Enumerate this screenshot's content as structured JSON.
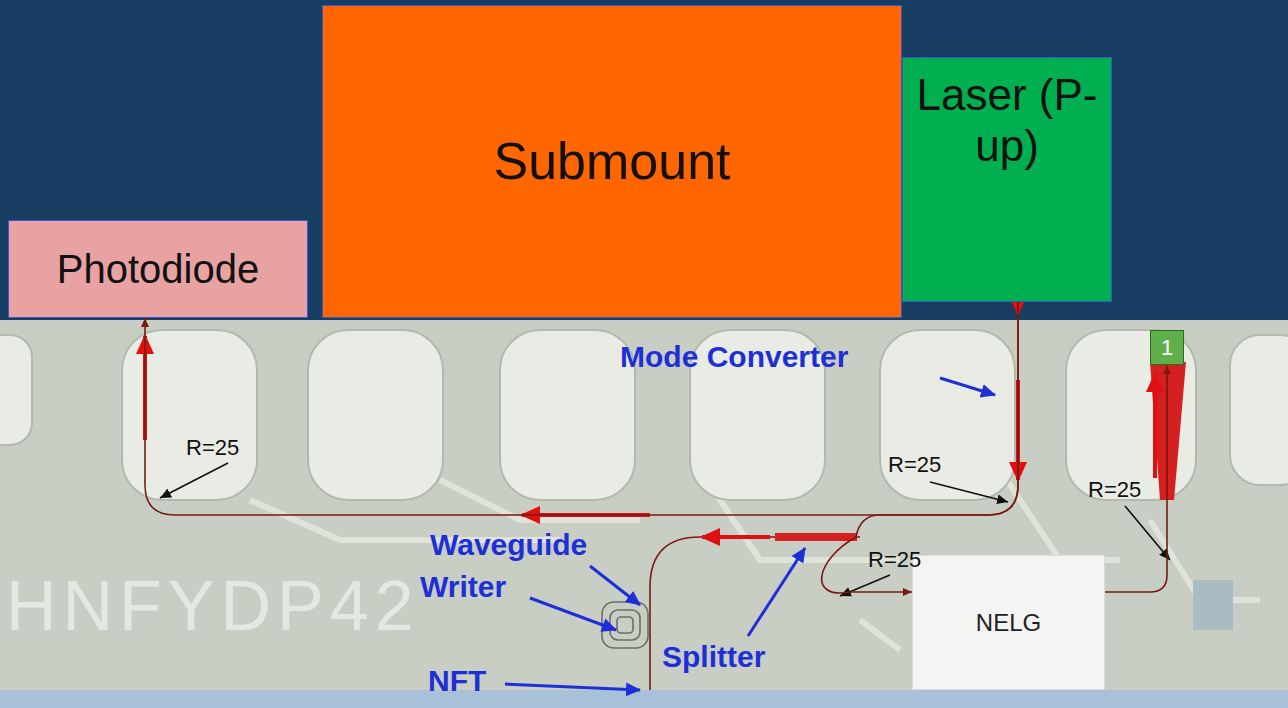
{
  "diagram": {
    "nodes": [
      {
        "text": [
          "Submount"
        ]
      },
      {
        "text": [
          "Laser (P-up)"
        ]
      },
      {
        "text": [
          "Photodiode"
        ]
      },
      {
        "text": [
          "1"
        ]
      },
      {
        "text": [
          "NELG"
        ]
      }
    ],
    "edges": [
      {
        "from": 1,
        "to": 2,
        "arrow": "to"
      },
      {
        "from": 1,
        "to": 4,
        "arrow": "to"
      },
      {
        "from": 4,
        "to": 3,
        "arrow": "to"
      }
    ],
    "labels": [
      "Mode Converter",
      "R=25",
      "R=25",
      "R=25",
      "R=25",
      "Waveguide",
      "Writer",
      "Splitter",
      "NFT",
      "HNFYDP42"
    ]
  }
}
